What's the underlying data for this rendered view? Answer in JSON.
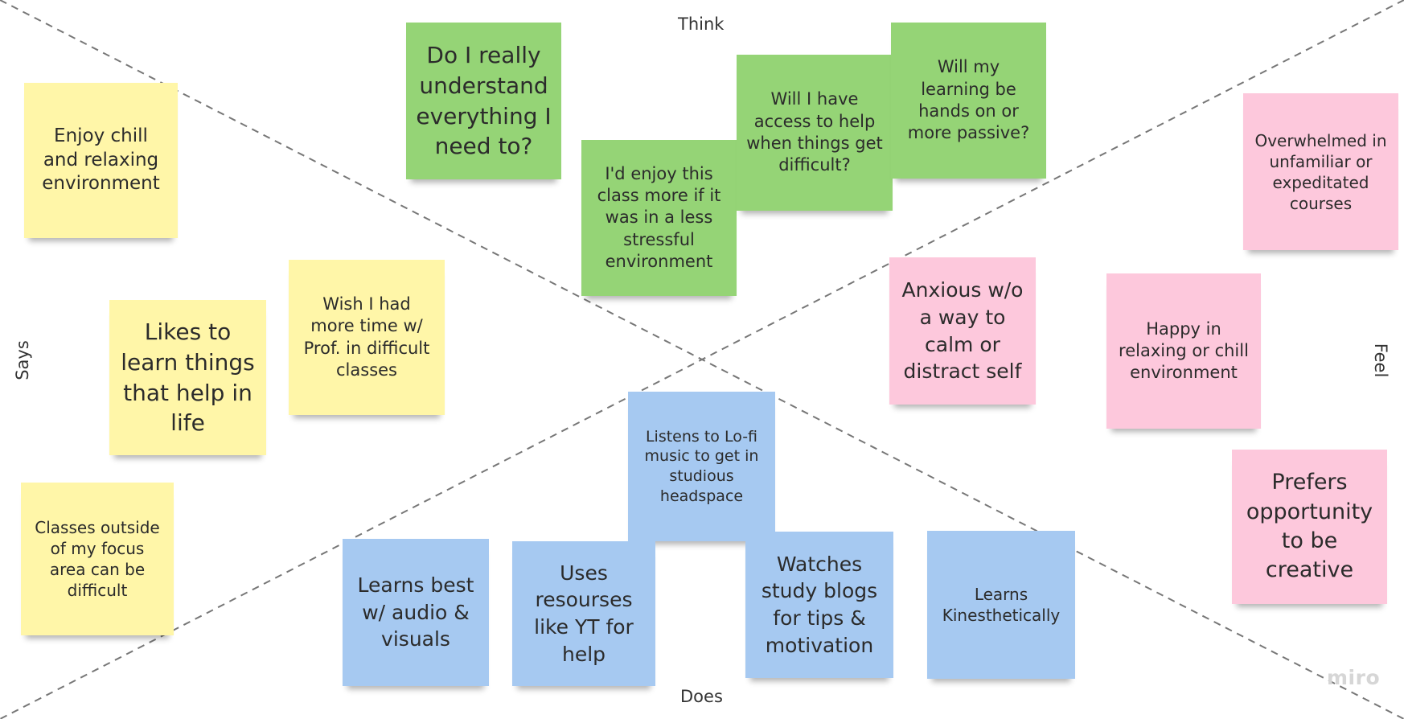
{
  "quadrants": {
    "think": "Think",
    "does": "Does",
    "says": "Says",
    "feel": "Feel"
  },
  "colors": {
    "yellow": "#fff6a8",
    "green": "#95d476",
    "pink": "#fdc8dc",
    "blue": "#a6c9f1",
    "divider": "#777777"
  },
  "notes": {
    "says": [
      "Enjoy chill and relaxing environment",
      "Likes to learn things that help in life",
      "Wish I had more time w/ Prof. in difficult classes",
      "Classes outside of my focus area can be difficult"
    ],
    "think": [
      "Do I really understand everything I need to?",
      "I'd enjoy this class more if it was in a less stressful environment",
      "Will I have access to help when things get difficult?",
      "Will my learning be hands on or more passive?"
    ],
    "feel": [
      "Overwhelmed in unfamiliar or expeditated courses",
      "Anxious w/o a way to calm or distract self",
      "Happy in relaxing or chill environment",
      "Prefers opportunity to be creative"
    ],
    "does": [
      "Listens to Lo-fi music to get in studious headspace",
      "Learns best w/ audio & visuals",
      "Uses resourses like YT for help",
      "Watches study blogs for tips & motivation",
      "Learns Kinesthetically"
    ]
  },
  "branding": {
    "logo": "miro"
  }
}
